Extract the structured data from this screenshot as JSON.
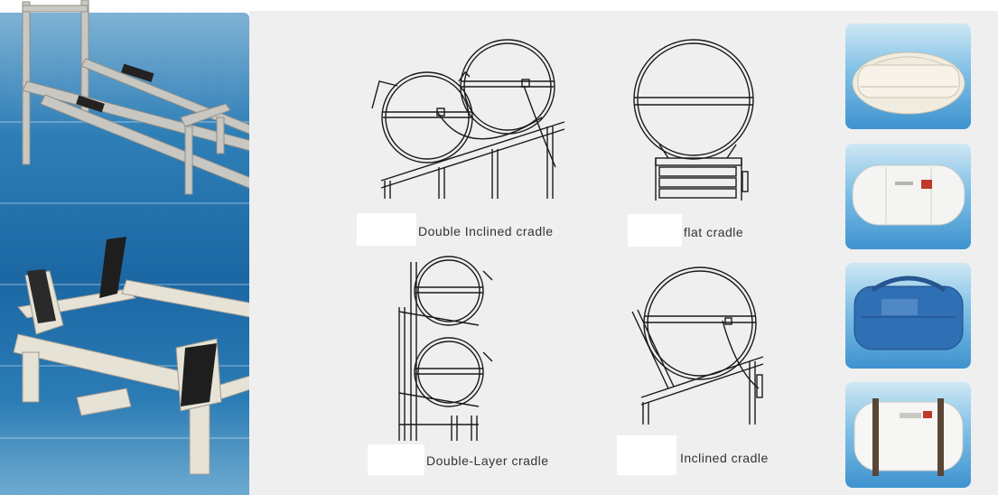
{
  "cradles": [
    {
      "id": "double-inclined",
      "label": "Double Inclined cradle"
    },
    {
      "id": "flat",
      "label": "flat cradle"
    },
    {
      "id": "double-layer",
      "label": "Double-Layer cradle"
    },
    {
      "id": "inclined",
      "label": "Inclined cradle"
    }
  ],
  "rafts": [
    {
      "id": "raft-white-capsule",
      "color": "#f1ece0"
    },
    {
      "id": "raft-white-canister",
      "color": "#f4f4f2"
    },
    {
      "id": "raft-blue-valise",
      "color": "#2f6fb4"
    },
    {
      "id": "raft-white-strapped",
      "color": "#f6f6f4"
    }
  ],
  "colors": {
    "panel": "#efefef",
    "line": "#1a1a1a",
    "metal": "#c9c9c4",
    "steel_cradle": "#e8e4d8"
  }
}
